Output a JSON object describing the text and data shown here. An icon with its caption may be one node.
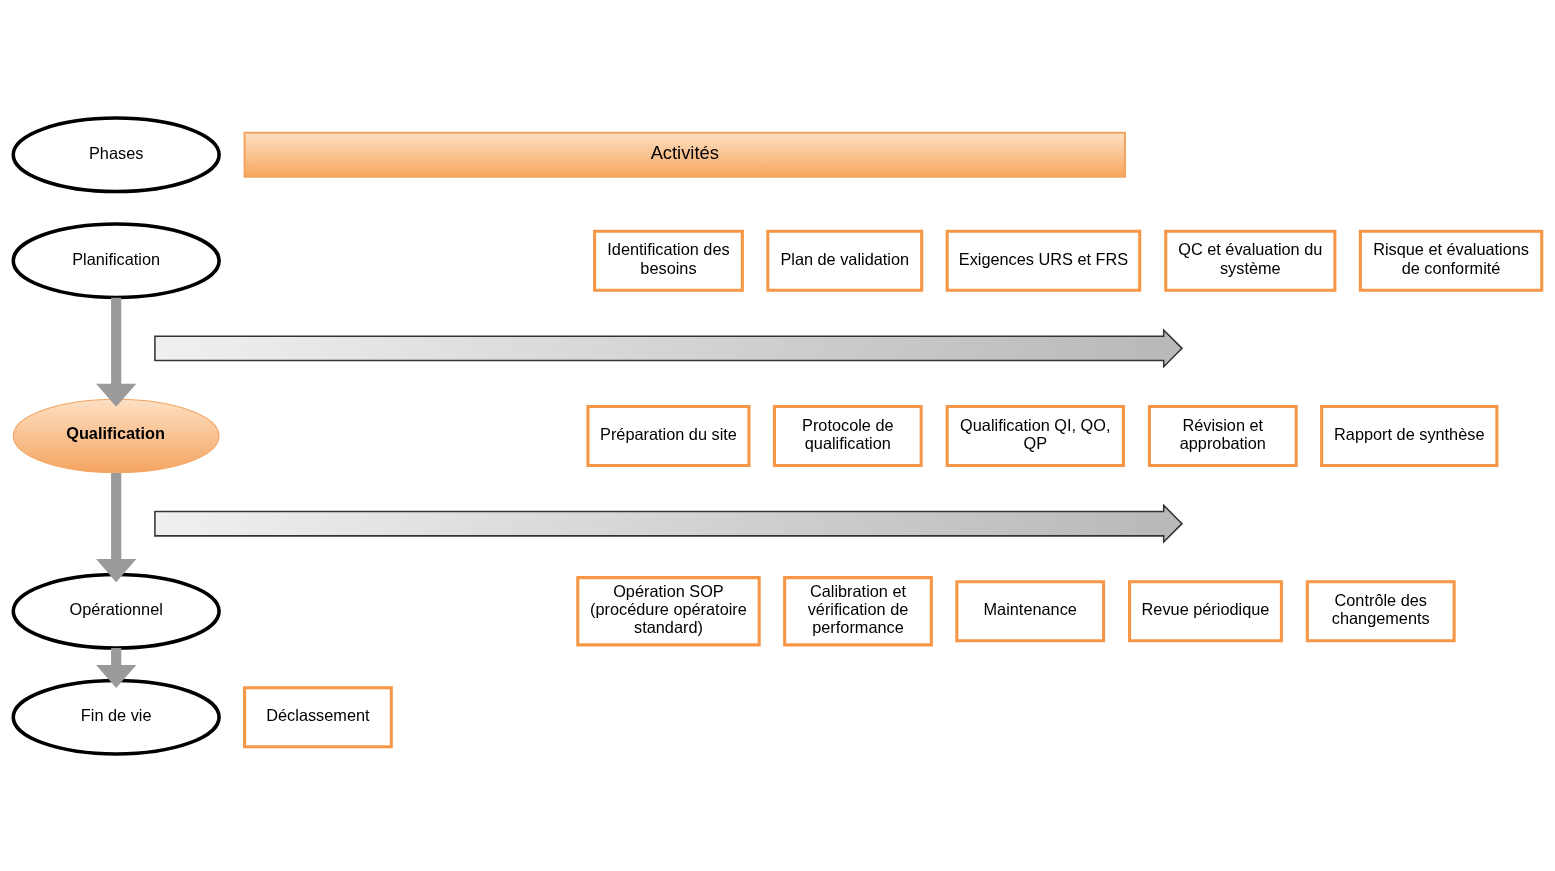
{
  "diagram": {
    "nodes": [
      {
        "text": [
          "Phases"
        ]
      },
      {
        "text": [
          "Activités"
        ]
      },
      {
        "text": [
          "Planification"
        ]
      },
      {
        "text": [
          "Identification des besoins"
        ]
      },
      {
        "text": [
          "Plan de validation"
        ]
      },
      {
        "text": [
          "Exigences URS et FRS"
        ]
      },
      {
        "text": [
          "QC et évaluation du système"
        ]
      },
      {
        "text": [
          "Risque et évaluations de conformité"
        ]
      },
      {
        "text": [],
        "shape": "arrow"
      },
      {
        "text": [
          "Qualification"
        ]
      },
      {
        "text": [
          "Préparation du site"
        ]
      },
      {
        "text": [
          "Protocole de qualification"
        ]
      },
      {
        "text": [
          "Qualification QI, QO, QP"
        ]
      },
      {
        "text": [
          "Révision et approbation"
        ]
      },
      {
        "text": [
          "Rapport de synthèse"
        ]
      },
      {
        "text": [],
        "shape": "arrow"
      },
      {
        "text": [
          "Opérationnel"
        ]
      },
      {
        "text": [
          "Opération SOP (procédure opératoire standard)"
        ]
      },
      {
        "text": [
          "Calibration et vérification de performance"
        ]
      },
      {
        "text": [
          "Maintenance"
        ]
      },
      {
        "text": [
          "Revue périodique"
        ]
      },
      {
        "text": [
          "Contrôle des changements"
        ]
      },
      {
        "text": [
          "Fin de vie"
        ]
      },
      {
        "text": [
          "Déclassement"
        ]
      }
    ],
    "edges": [
      {
        "from": 2,
        "to": 9,
        "arrow": "to"
      },
      {
        "from": 9,
        "to": 16,
        "arrow": "to"
      },
      {
        "from": 16,
        "to": 22,
        "arrow": "to"
      }
    ]
  }
}
